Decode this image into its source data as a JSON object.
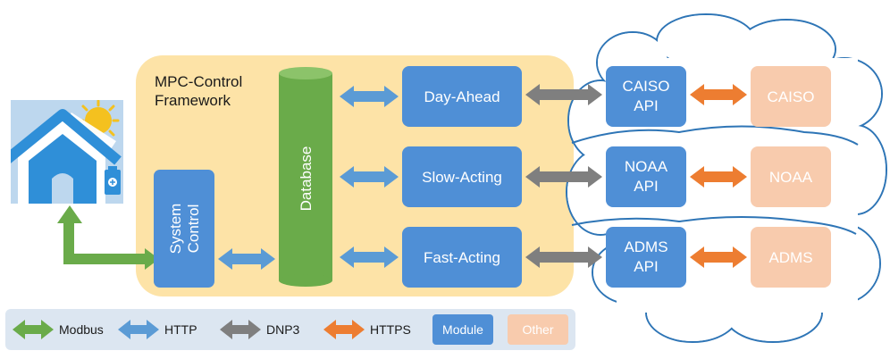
{
  "framework": {
    "title_line1": "MPC-Control",
    "title_line2": "Framework"
  },
  "modules": {
    "database": "Database",
    "system_control_line1": "System",
    "system_control_line2": "Control",
    "day_ahead": "Day-Ahead",
    "slow_acting": "Slow-Acting",
    "fast_acting": "Fast-Acting"
  },
  "apis": {
    "caiso_line1": "CAISO",
    "caiso_line2": "API",
    "noaa_line1": "NOAA",
    "noaa_line2": "API",
    "adms_line1": "ADMS",
    "adms_line2": "API"
  },
  "external": {
    "caiso": "CAISO",
    "noaa": "NOAA",
    "adms": "ADMS"
  },
  "legend": {
    "modbus": "Modbus",
    "http": "HTTP",
    "dnp3": "DNP3",
    "https": "HTTPS",
    "module": "Module",
    "other": "Other"
  },
  "colors": {
    "framework_bg": "#FDE3A7",
    "module_blue": "#4F8FD6",
    "database_green": "#6AAB4A",
    "other_peach": "#F8CBAD",
    "arrow_modbus": "#6AAB4A",
    "arrow_http": "#5B9BD5",
    "arrow_dnp3": "#7F7F7F",
    "arrow_https": "#ED7D31",
    "cloud_stroke": "#2E75B6",
    "legend_bg": "#DCE6F1",
    "house_bg": "#BDD7EE",
    "house_blue": "#2F8FD8",
    "sun_yellow": "#F4C11F"
  },
  "icons": {
    "house": "solar-house-icon",
    "battery": "battery-icon",
    "sun": "sun-icon"
  }
}
